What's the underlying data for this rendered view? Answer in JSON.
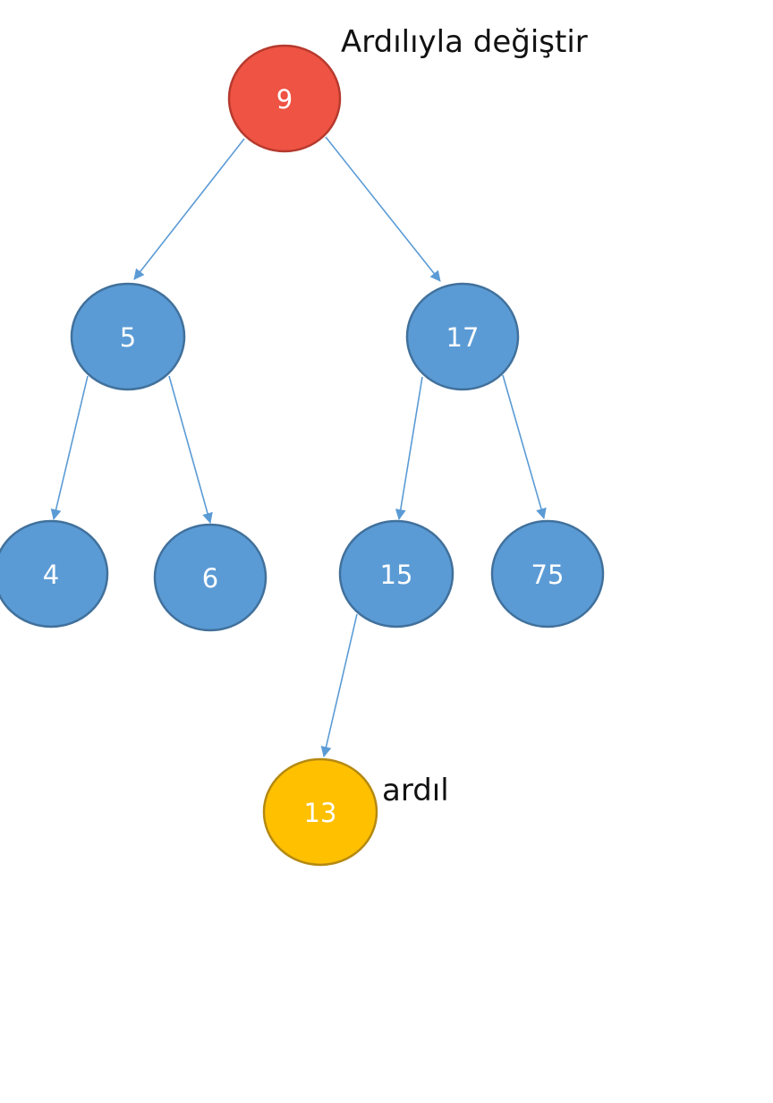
{
  "colors": {
    "default_fill": "#5b9bd5",
    "default_stroke": "#41719c",
    "target_fill": "#ef5343",
    "target_stroke": "#b63a2e",
    "successor_fill": "#ffc000",
    "successor_stroke": "#b58a12",
    "edge": "#5b9bd5"
  },
  "nodes": [
    {
      "id": "n9",
      "label": "9",
      "role": "target"
    },
    {
      "id": "n5",
      "label": "5",
      "role": "default"
    },
    {
      "id": "n17",
      "label": "17",
      "role": "default"
    },
    {
      "id": "n4",
      "label": "4",
      "role": "default"
    },
    {
      "id": "n6",
      "label": "6",
      "role": "default"
    },
    {
      "id": "n15",
      "label": "15",
      "role": "default"
    },
    {
      "id": "n75",
      "label": "75",
      "role": "default"
    },
    {
      "id": "n13",
      "label": "13",
      "role": "successor"
    }
  ],
  "edges": [
    {
      "from": "n9",
      "to": "n5"
    },
    {
      "from": "n9",
      "to": "n17"
    },
    {
      "from": "n5",
      "to": "n4"
    },
    {
      "from": "n5",
      "to": "n6"
    },
    {
      "from": "n17",
      "to": "n15"
    },
    {
      "from": "n17",
      "to": "n75"
    },
    {
      "from": "n15",
      "to": "n13"
    }
  ],
  "annotations": {
    "replace_label": "Ardılıyla değiştir",
    "successor_label": "ardıl"
  }
}
